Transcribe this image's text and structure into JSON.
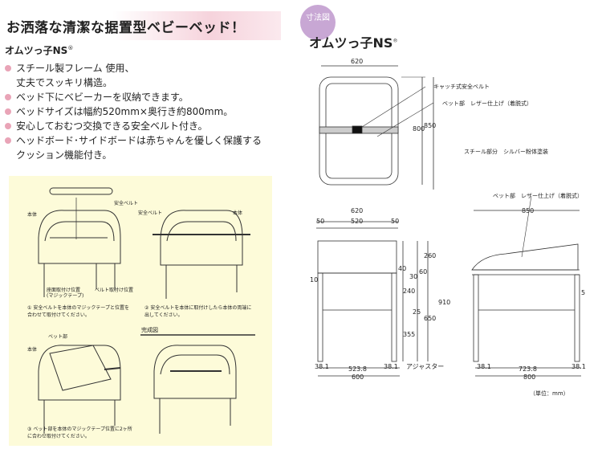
{
  "header": {
    "title": "お洒落な清潔な据置型ベビーベッド！"
  },
  "product": {
    "name": "オムツっ子NS",
    "mark": "®"
  },
  "features": [
    "スチール製フレーム 使用、",
    "丈夫でスッキリ構造。",
    "ベッド下にベビーカーを収納できます。",
    "ベッドサイズは幅約520mm×奥行き約800mm。",
    "安心しておむつ交換できる安全ベルト付き。",
    "ヘッドボード･サイドボードは赤ちゃんを優しく保護する",
    "クッション機能付き。"
  ],
  "instructions": {
    "labels": {
      "safety_belt": "安全ベルト",
      "body1": "本体",
      "safety_belt2": "安全ベルト",
      "body2": "本体",
      "seat_pos": "座面取付け位置",
      "seat_pos_sub": "(マジックテープ)",
      "belt_pos": "ベルト取付け位置",
      "bed_part": "ベット部",
      "body3": "本体",
      "completed": "完成図"
    },
    "steps": [
      {
        "num": "①",
        "text1": "安全ベルトを本体のマジックテープと位置を",
        "text2": "合わせて取付けてください。"
      },
      {
        "num": "②",
        "text1": "安全ベルトを本体に取付けしたら本体の両端に",
        "text2": "出してください。"
      },
      {
        "num": "③",
        "text1": "ベット部を本体のマジックテープ位置に2ヶ所",
        "text2": "に合わせ取付けてください。"
      }
    ]
  },
  "dimensions": {
    "badge": "寸法図",
    "product": "オムツっ子NS",
    "front": {
      "width": "620",
      "height1": "800",
      "height2": "850",
      "label_buckle": "キャッチ式安全ベルト",
      "label_bed": "ベット部　レザー仕上げ（着脱式）",
      "label_steel": "スチール部分　シルバー粉体塗装"
    },
    "elev": {
      "w620": "620",
      "w50a": "50",
      "w520": "520",
      "w50b": "50",
      "d10": "10",
      "d40": "40",
      "d30": "30",
      "d60": "60",
      "d260": "260",
      "d240": "240",
      "d25": "25",
      "d355": "355",
      "d650": "650",
      "d910": "910",
      "d381a": "38.1",
      "d5238": "523.8",
      "d381b": "38.1",
      "d600": "600",
      "adjuster": "アジャスター"
    },
    "side": {
      "label_bed": "ベット部　レザー仕上げ（着脱式）",
      "w850": "850",
      "d5": "5",
      "d381a": "38.1",
      "d7238": "723.8",
      "d381b": "38.1",
      "d800": "800"
    },
    "unit": "（単位：mm）"
  },
  "colors": {
    "pink": "#e9a4b7",
    "band": "#f6d3dc",
    "instr_bg": "#fdfbd9",
    "badge": "#c8a7d4"
  }
}
